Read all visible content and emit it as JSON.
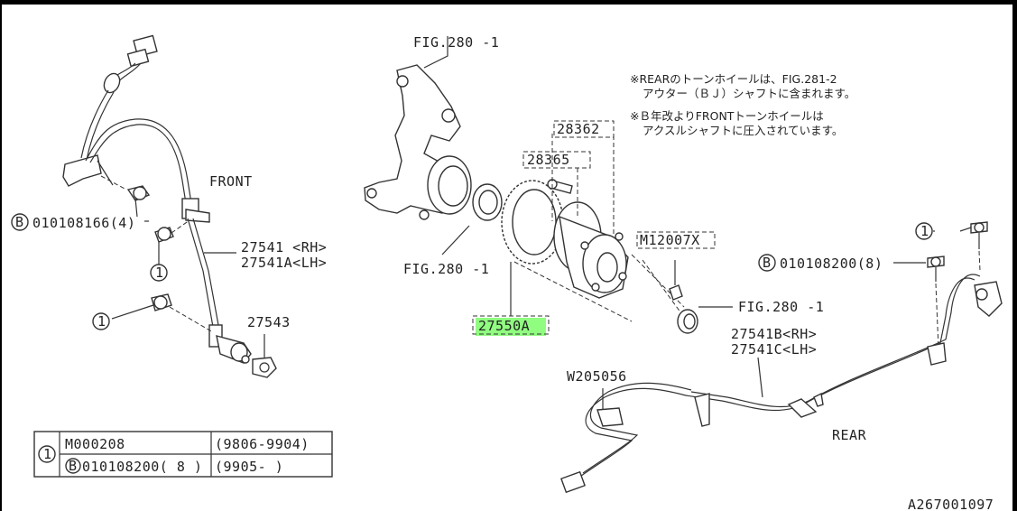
{
  "labels": {
    "fig_top": "FIG.280 -1",
    "fig_mid": "FIG.280 -1",
    "fig_right": "FIG.280 -1",
    "front": "FRONT",
    "rear": "REAR",
    "p28362": "28362",
    "p28365": "28365",
    "pM12007X": "M12007X",
    "p27550A": "27550A",
    "p27541_rh": "27541 <RH>",
    "p27541a_lh": "27541A<LH>",
    "p27543": "27543",
    "p27541b_rh": "27541B<RH>",
    "p27541c_lh": "27541C<LH>",
    "pW205056": "W205056",
    "bolt_left": "010108166(4)",
    "bolt_right": "010108200(8)",
    "circle_b": "B",
    "circle_1": "1",
    "doc_id": "A267001097"
  },
  "notes": {
    "line1": "※REARのトーンホイールは、FIG.281-2",
    "line2": "アウター（ＢＪ）シャフトに含まれます。",
    "line3": "※Ｂ年改よりFRONTトーンホイールは",
    "line4": "アクスルシャフトに圧入されています。"
  },
  "legend": {
    "index": "1",
    "row1_part": "M000208",
    "row1_range": "(9806-9904)",
    "row2_prefix": "B",
    "row2_part": "010108200( 8 )",
    "row2_range": "(9905-        )"
  }
}
